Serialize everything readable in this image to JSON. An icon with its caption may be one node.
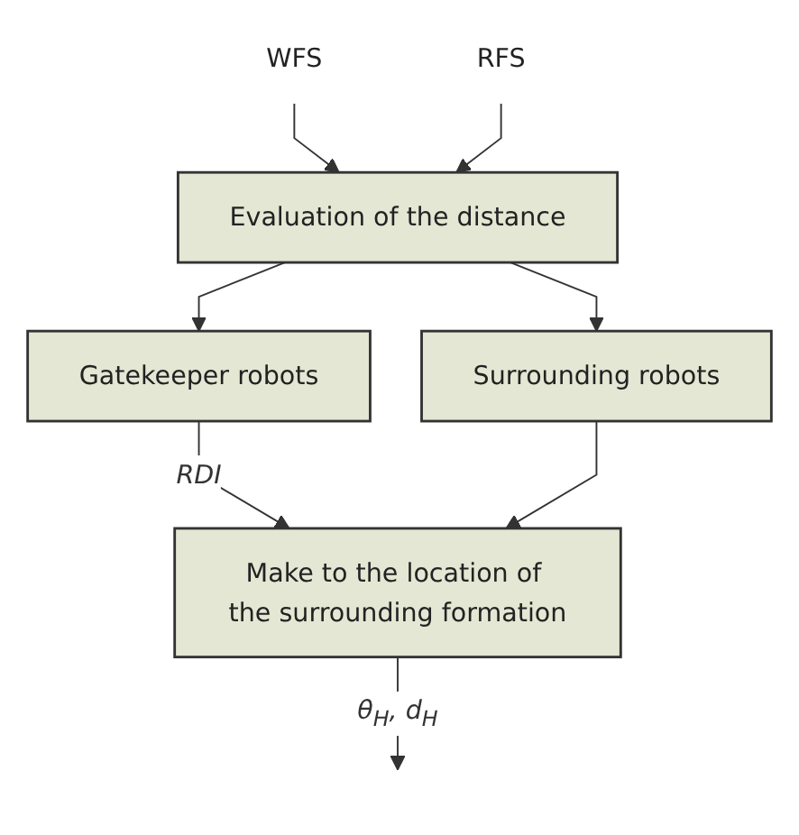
{
  "diagram": {
    "nodes": [
      {
        "text": [
          "WFS"
        ]
      },
      {
        "text": [
          "RFS"
        ]
      },
      {
        "text": [
          "Evaluation of the distance"
        ]
      },
      {
        "text": [
          "Gatekeeper robots"
        ]
      },
      {
        "text": [
          "Surrounding robots"
        ]
      },
      {
        "text": [
          "Make to the location of the surrounding formation"
        ]
      }
    ],
    "edges": [
      {
        "from": 0,
        "to": 2,
        "arrow": "to"
      },
      {
        "from": 1,
        "to": 2,
        "arrow": "to"
      },
      {
        "from": 2,
        "to": 3,
        "arrow": "to"
      },
      {
        "from": 2,
        "to": 4,
        "arrow": "to"
      },
      {
        "from": 3,
        "to": 5,
        "arrow": "to",
        "label": "RDI"
      },
      {
        "from": 4,
        "to": 5,
        "arrow": "to"
      },
      {
        "from": 5,
        "to": null,
        "arrow": "to",
        "label": "θ$_{H}$, d$_{H}$"
      }
    ]
  }
}
